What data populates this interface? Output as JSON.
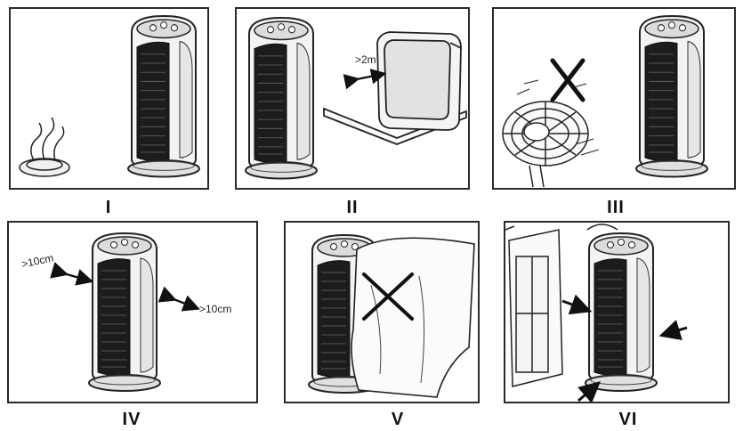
{
  "panels": [
    {
      "label": "I"
    },
    {
      "label": "II",
      "distance": ">2m"
    },
    {
      "label": "III"
    },
    {
      "label": "IV",
      "left_distance": ">10cm",
      "right_distance": ">10cm"
    },
    {
      "label": "V"
    },
    {
      "label": "VI"
    }
  ]
}
